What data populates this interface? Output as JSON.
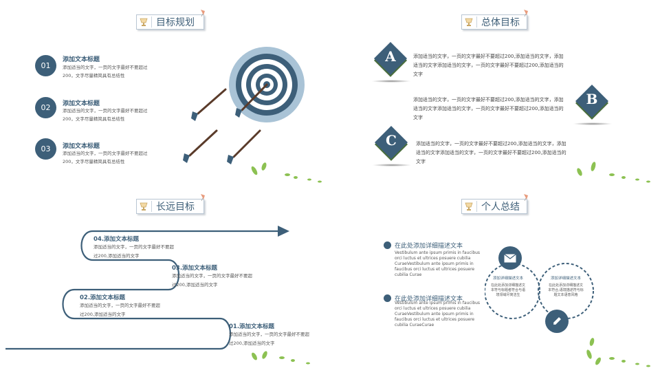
{
  "sections": {
    "goal_planning": {
      "title": "目标规划"
    },
    "overall_goal": {
      "title": "总体目标"
    },
    "long_term_goal": {
      "title": "长远目标"
    },
    "personal_summary": {
      "title": "个人总结"
    }
  },
  "goal_planning": {
    "items": [
      {
        "number": "01",
        "title": "添加文本标题",
        "desc": "添加适当的文字，一页的文字最好不要超过200，文字尽量精简具有总结性"
      },
      {
        "number": "02",
        "title": "添加文本标题",
        "desc": "添加适当的文字，一页的文字最好不要超过200，文字尽量精简具有总结性"
      },
      {
        "number": "03",
        "title": "添加文本标题",
        "desc": "添加适当的文字，一页的文字最好不要超过200，文字尽量精简具有总结性"
      }
    ]
  },
  "overall_goal": {
    "items": [
      {
        "letter": "A",
        "text": "添加适当的文字，一页的文字最好不要超过200,添加适当的文字，添加适当的文字添加适当的文字，一页的文字最好不要超过200,添加适当的文字"
      },
      {
        "letter": "B",
        "text": "添加适当的文字，一页的文字最好不要超过200,添加适当的文字，添加适当的文字添加适当的文字，一页的文字最好不要超过200,添加适当的文字"
      },
      {
        "letter": "C",
        "text": "添加适当的文字，一页的文字最好不要超过200,添加适当的文字，添加适当的文字添加适当的文字，一页的文字最好不要超过200,添加适当的文字"
      }
    ]
  },
  "long_term_goal": {
    "steps": [
      {
        "title": "04.添加文本标题",
        "desc": "添加适当的文字，一页的文字最好不要超过200,添加适当的文字"
      },
      {
        "title": "03.添加文本标题",
        "desc": "添加适当的文字，一页的文字最好不要超过200,添加适当的文字"
      },
      {
        "title": "02.添加文本标题",
        "desc": "添加适当的文字，一页的文字最好不要超过200,添加适当的文字"
      },
      {
        "title": "01.添加文本标题",
        "desc": "添加适当的文字，一页的文字最好不要超过200,添加适当的文字"
      }
    ]
  },
  "personal_summary": {
    "blocks": [
      {
        "heading": "在此处添加详细描述文本",
        "text": "Vestibulum ante ipsum primis in faucibus orci luctus et ultrices posuere cubilia CuraeVestibulum ante ipsum primis in faucibus orci luctus et ultrices posuere cubilia Curae"
      },
      {
        "heading": "在此处添加详细描述文本",
        "text": "Vestibulum ante ipsum primis in faucibus orci luctus et ultrices posuere cubilia CuraeVestibulum ante ipsum primis in faucibus orci luctus et ultrices posuere cubilia CuraeCurae"
      }
    ],
    "rings": [
      {
        "title": "添加详细描述文本",
        "desc": "在此处添加详细描述文本符与标题者符合与语境领域尽简洁生",
        "icon": "envelope-icon"
      },
      {
        "title": "添加详细描述文本",
        "desc": "在此处添加详细描述文本符合,语境描述符与标题文本语意风格",
        "icon": "pencil-icon"
      }
    ]
  },
  "colors": {
    "primary": "#3d5f79",
    "target_outer": "#a9c3d6",
    "leaf_green": "#8cc152",
    "arrow_shaft": "#5a3b2a"
  }
}
